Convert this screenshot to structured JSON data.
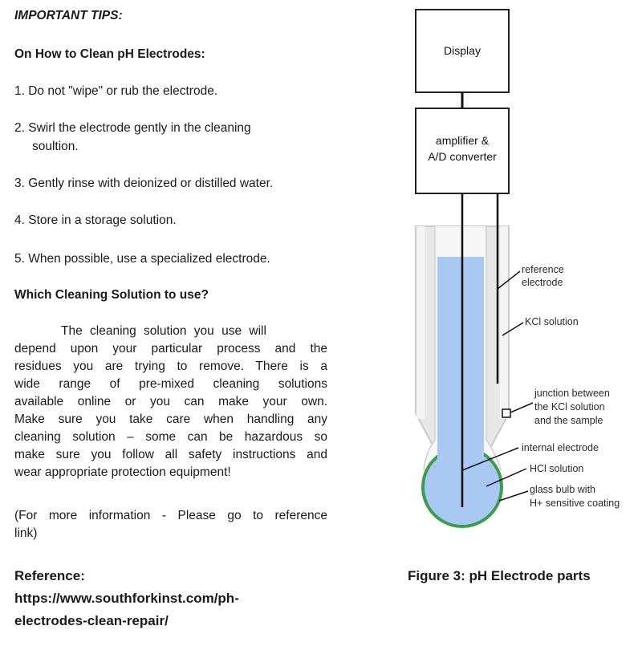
{
  "left": {
    "important": "IMPORTANT TIPS:",
    "heading": "On How to Clean pH Electrodes:",
    "tips": [
      "1. Do not \"wipe\" or rub the electrode.",
      "2. Swirl the electrode gently in the cleaning",
      "soultion.",
      "3. Gently rinse with deionized or distilled water.",
      "4. Store in a storage solution.",
      "5. When possible, use a specialized electrode."
    ],
    "subheading": "Which Cleaning Solution to use?",
    "paragraph": [
      "The cleaning solution you use will",
      "depend upon your particular process and the",
      "residues you are trying to remove. There is a",
      "wide range of pre-mixed cleaning solutions",
      "available online or you can make your own.",
      "Make sure you take care when handling any",
      "cleaning solution – some can be hazardous so",
      "make sure you follow all safety instructions and",
      "wear appropriate protection equipment!"
    ],
    "more_info": [
      "(For more information - Please go to reference",
      "link)"
    ],
    "reference_label": "Reference:",
    "reference_link": [
      "https://www.southforkinst.com/ph-",
      "electrodes-clean-repair/"
    ]
  },
  "diagram": {
    "display": "Display",
    "amplifier": [
      "amplifier &",
      "A/D converter"
    ],
    "labels": {
      "reference_electrode": [
        "reference",
        "electrode"
      ],
      "kcl": "KCl solution",
      "junction": [
        "junction between",
        "the KCl solution",
        "and the sample"
      ],
      "internal_electrode": "internal electrode",
      "hcl": "HCl solution",
      "glass_bulb": [
        "glass bulb with",
        "H+ sensitive coating"
      ]
    },
    "caption": "Figure 3: pH Electrode parts",
    "colors": {
      "solution": "#a9c8f2",
      "kcl_fill": "#e8e8e8",
      "bulb_coating": "#3f9a52"
    }
  }
}
